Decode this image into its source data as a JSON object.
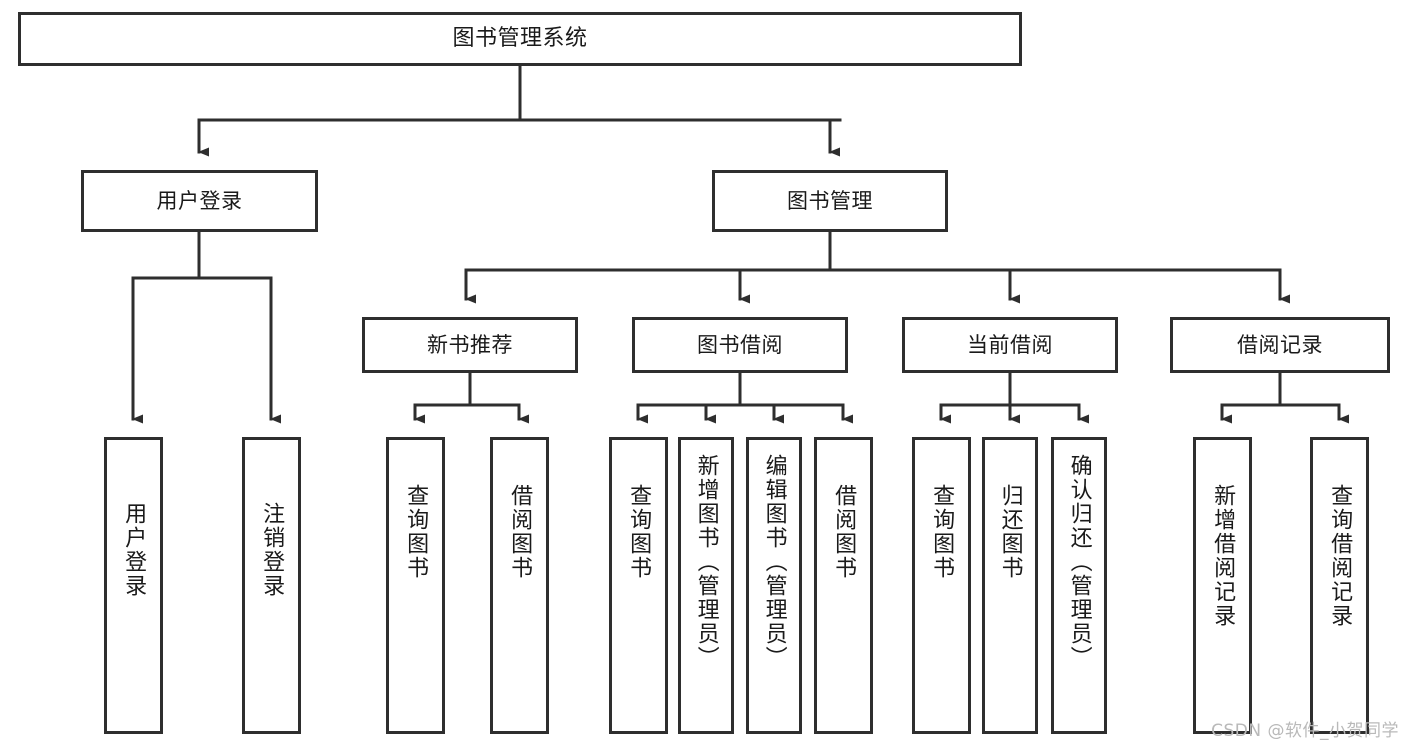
{
  "diagram": {
    "type": "tree-hierarchy",
    "title": "图书管理系统",
    "root": {
      "id": "root",
      "label": "图书管理系统"
    },
    "level2": [
      {
        "id": "user-login",
        "label": "用户登录"
      },
      {
        "id": "book-management",
        "label": "图书管理"
      }
    ],
    "level3": [
      {
        "id": "new-book-recommend",
        "label": "新书推荐",
        "parent": "book-management"
      },
      {
        "id": "book-borrow",
        "label": "图书借阅",
        "parent": "book-management"
      },
      {
        "id": "current-borrow",
        "label": "当前借阅",
        "parent": "book-management"
      },
      {
        "id": "borrow-record",
        "label": "借阅记录",
        "parent": "book-management"
      }
    ],
    "leaves": [
      {
        "id": "leaf-user-login",
        "label": "用户登录",
        "parent": "user-login"
      },
      {
        "id": "leaf-logout-login",
        "label": "注销登录",
        "parent": "user-login"
      },
      {
        "id": "leaf-query-book-1",
        "label": "查询图书",
        "parent": "new-book-recommend"
      },
      {
        "id": "leaf-borrow-book-1",
        "label": "借阅图书",
        "parent": "new-book-recommend"
      },
      {
        "id": "leaf-query-book-2",
        "label": "查询图书",
        "parent": "book-borrow"
      },
      {
        "id": "leaf-add-book",
        "label": "新增图书（管理员）",
        "parent": "book-borrow"
      },
      {
        "id": "leaf-edit-book",
        "label": "编辑图书（管理员）",
        "parent": "book-borrow"
      },
      {
        "id": "leaf-borrow-book-2",
        "label": "借阅图书",
        "parent": "book-borrow"
      },
      {
        "id": "leaf-query-book-3",
        "label": "查询图书",
        "parent": "current-borrow"
      },
      {
        "id": "leaf-return-book",
        "label": "归还图书",
        "parent": "current-borrow"
      },
      {
        "id": "leaf-confirm-return",
        "label": "确认归还（管理员）",
        "parent": "current-borrow"
      },
      {
        "id": "leaf-add-record",
        "label": "新增借阅记录",
        "parent": "borrow-record"
      },
      {
        "id": "leaf-query-record",
        "label": "查询借阅记录",
        "parent": "borrow-record"
      }
    ],
    "colors": {
      "box_border": "#2e2e2e",
      "box_fill": "#ffffff",
      "connector": "#2e2e2e",
      "text": "#1a1a1a",
      "watermark": "#b9b9b9"
    }
  },
  "watermark": {
    "text": "CSDN @软件_小贺同学"
  }
}
